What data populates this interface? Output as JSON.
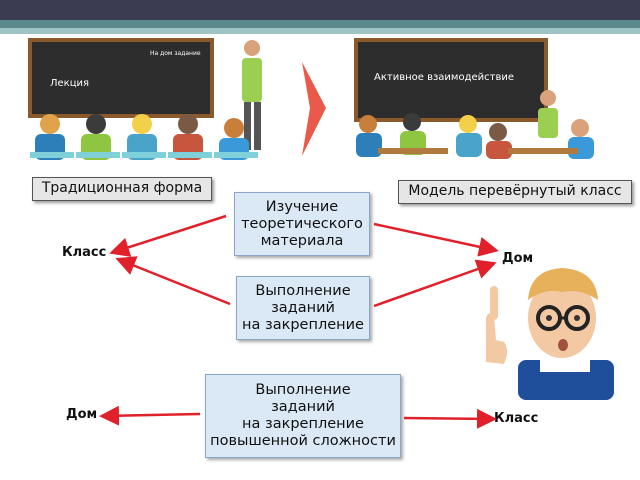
{
  "top_left_scene": {
    "board_title": "Лекция",
    "board_note": "На дом задание"
  },
  "top_right_scene": {
    "board_title": "Активное взаимодействие"
  },
  "labels": {
    "traditional": "Традиционная форма",
    "flipped": "Модель перевёрнутый класс"
  },
  "boxes": {
    "study": [
      "Изучение",
      "теоретического",
      "материала"
    ],
    "tasks": [
      "Выполнение",
      "заданий",
      "на закрепление"
    ],
    "advanced": [
      "Выполнение",
      "заданий",
      "на закрепление",
      "повышенной сложности"
    ]
  },
  "words": {
    "class_left": "Класс",
    "home_right": "Дом",
    "home_bottom": "Дом",
    "class_bottom": "Класс"
  },
  "colors": {
    "arrow": "#e0202a",
    "box_fill": "#dbe9f6",
    "box_border": "#8aa7c8",
    "big_arrow": "#ea5a4a"
  }
}
